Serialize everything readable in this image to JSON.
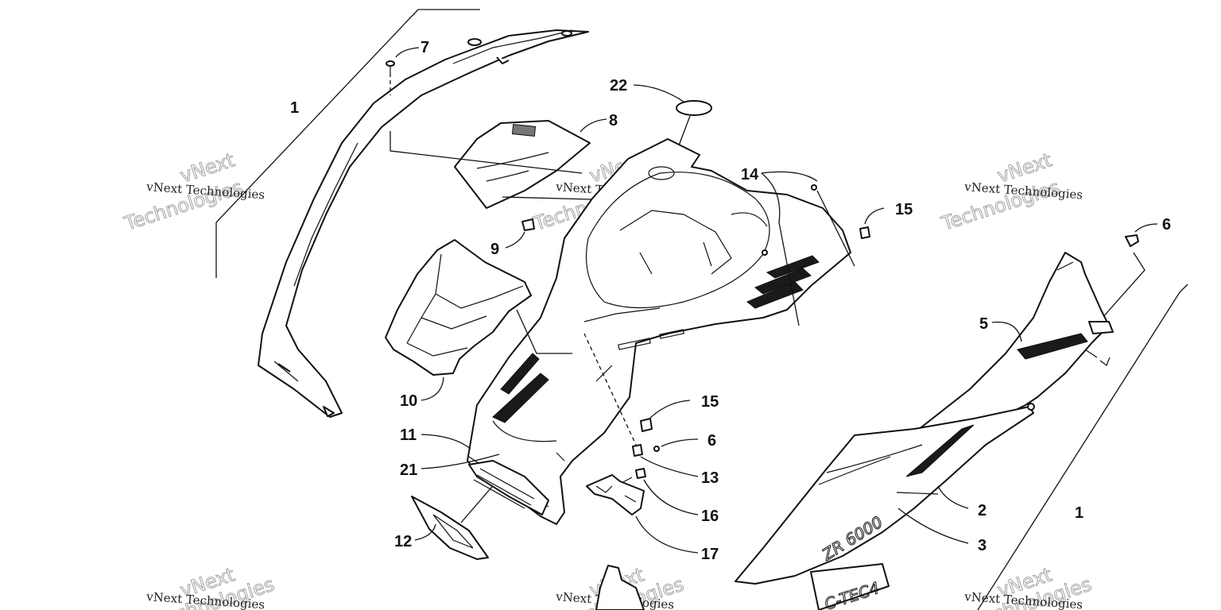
{
  "callouts": [
    "1",
    "7",
    "8",
    "22",
    "14",
    "15",
    "6",
    "9",
    "10",
    "5",
    "11",
    "21",
    "13",
    "16",
    "12",
    "17",
    "2",
    "3"
  ],
  "watermark": {
    "small": "vNext Technologies",
    "large_top": "vNext",
    "large_bottom": "Technologies"
  },
  "decals": {
    "model": "ZR 6000",
    "ctec": "C-TEC4"
  }
}
